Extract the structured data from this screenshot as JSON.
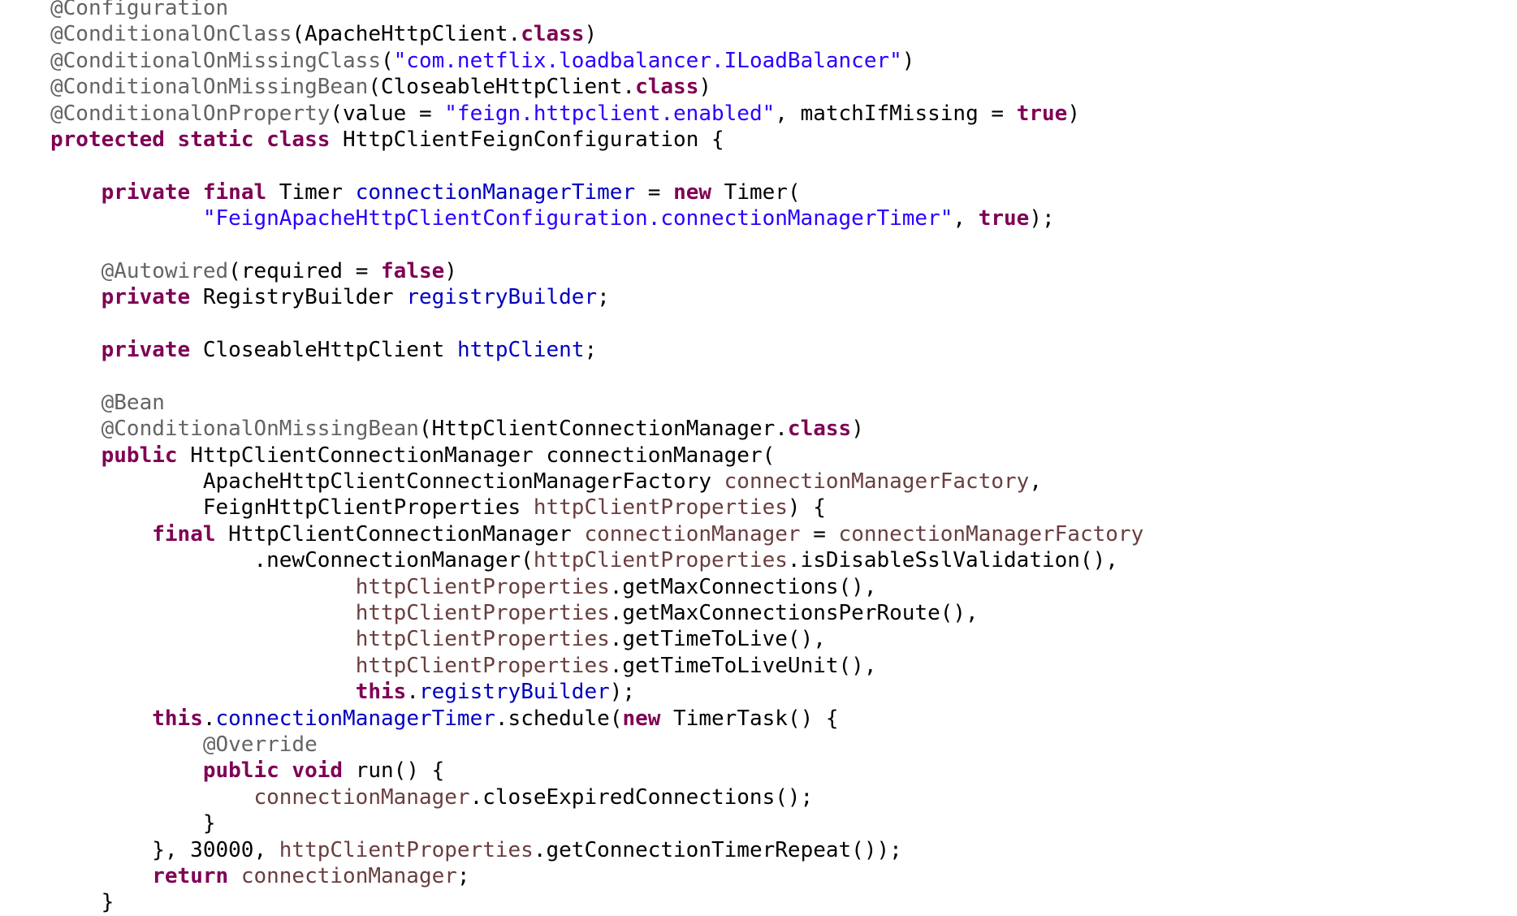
{
  "lines": [
    [
      [
        "ann",
        "@Configuration"
      ]
    ],
    [
      [
        "ann",
        "@ConditionalOnClass"
      ],
      [
        "txt",
        "(ApacheHttpClient."
      ],
      [
        "kw",
        "class"
      ],
      [
        "txt",
        ")"
      ]
    ],
    [
      [
        "ann",
        "@ConditionalOnMissingClass"
      ],
      [
        "txt",
        "("
      ],
      [
        "str",
        "\"com.netflix.loadbalancer.ILoadBalancer\""
      ],
      [
        "txt",
        ")"
      ]
    ],
    [
      [
        "ann",
        "@ConditionalOnMissingBean"
      ],
      [
        "txt",
        "(CloseableHttpClient."
      ],
      [
        "kw",
        "class"
      ],
      [
        "txt",
        ")"
      ]
    ],
    [
      [
        "ann",
        "@ConditionalOnProperty"
      ],
      [
        "txt",
        "(value = "
      ],
      [
        "str",
        "\"feign.httpclient.enabled\""
      ],
      [
        "txt",
        ", matchIfMissing = "
      ],
      [
        "kw",
        "true"
      ],
      [
        "txt",
        ")"
      ]
    ],
    [
      [
        "kw",
        "protected"
      ],
      [
        "txt",
        " "
      ],
      [
        "kw",
        "static"
      ],
      [
        "txt",
        " "
      ],
      [
        "kw",
        "class"
      ],
      [
        "txt",
        " HttpClientFeignConfiguration {"
      ]
    ],
    [],
    [
      [
        "txt",
        "    "
      ],
      [
        "kw",
        "private"
      ],
      [
        "txt",
        " "
      ],
      [
        "kw",
        "final"
      ],
      [
        "txt",
        " Timer "
      ],
      [
        "fld",
        "connectionManagerTimer"
      ],
      [
        "txt",
        " = "
      ],
      [
        "kw",
        "new"
      ],
      [
        "txt",
        " Timer("
      ]
    ],
    [
      [
        "txt",
        "            "
      ],
      [
        "str",
        "\"FeignApacheHttpClientConfiguration.connectionManagerTimer\""
      ],
      [
        "txt",
        ", "
      ],
      [
        "kw",
        "true"
      ],
      [
        "txt",
        ");"
      ]
    ],
    [],
    [
      [
        "txt",
        "    "
      ],
      [
        "ann",
        "@Autowired"
      ],
      [
        "txt",
        "(required = "
      ],
      [
        "kw",
        "false"
      ],
      [
        "txt",
        ")"
      ]
    ],
    [
      [
        "txt",
        "    "
      ],
      [
        "kw",
        "private"
      ],
      [
        "txt",
        " RegistryBuilder "
      ],
      [
        "fld",
        "registryBuilder"
      ],
      [
        "txt",
        ";"
      ]
    ],
    [],
    [
      [
        "txt",
        "    "
      ],
      [
        "kw",
        "private"
      ],
      [
        "txt",
        " CloseableHttpClient "
      ],
      [
        "fld",
        "httpClient"
      ],
      [
        "txt",
        ";"
      ]
    ],
    [],
    [
      [
        "txt",
        "    "
      ],
      [
        "ann",
        "@Bean"
      ]
    ],
    [
      [
        "txt",
        "    "
      ],
      [
        "ann",
        "@ConditionalOnMissingBean"
      ],
      [
        "txt",
        "(HttpClientConnectionManager."
      ],
      [
        "kw",
        "class"
      ],
      [
        "txt",
        ")"
      ]
    ],
    [
      [
        "txt",
        "    "
      ],
      [
        "kw",
        "public"
      ],
      [
        "txt",
        " HttpClientConnectionManager connectionManager("
      ]
    ],
    [
      [
        "txt",
        "            ApacheHttpClientConnectionManagerFactory "
      ],
      [
        "var",
        "connectionManagerFactory"
      ],
      [
        "txt",
        ","
      ]
    ],
    [
      [
        "txt",
        "            FeignHttpClientProperties "
      ],
      [
        "var",
        "httpClientProperties"
      ],
      [
        "txt",
        ") {"
      ]
    ],
    [
      [
        "txt",
        "        "
      ],
      [
        "kw",
        "final"
      ],
      [
        "txt",
        " HttpClientConnectionManager "
      ],
      [
        "var",
        "connectionManager"
      ],
      [
        "txt",
        " = "
      ],
      [
        "var",
        "connectionManagerFactory"
      ]
    ],
    [
      [
        "txt",
        "                .newConnectionManager("
      ],
      [
        "var",
        "httpClientProperties"
      ],
      [
        "txt",
        ".isDisableSslValidation(),"
      ]
    ],
    [
      [
        "txt",
        "                        "
      ],
      [
        "var",
        "httpClientProperties"
      ],
      [
        "txt",
        ".getMaxConnections(),"
      ]
    ],
    [
      [
        "txt",
        "                        "
      ],
      [
        "var",
        "httpClientProperties"
      ],
      [
        "txt",
        ".getMaxConnectionsPerRoute(),"
      ]
    ],
    [
      [
        "txt",
        "                        "
      ],
      [
        "var",
        "httpClientProperties"
      ],
      [
        "txt",
        ".getTimeToLive(),"
      ]
    ],
    [
      [
        "txt",
        "                        "
      ],
      [
        "var",
        "httpClientProperties"
      ],
      [
        "txt",
        ".getTimeToLiveUnit(),"
      ]
    ],
    [
      [
        "txt",
        "                        "
      ],
      [
        "kw",
        "this"
      ],
      [
        "txt",
        "."
      ],
      [
        "fld",
        "registryBuilder"
      ],
      [
        "txt",
        ");"
      ]
    ],
    [
      [
        "txt",
        "        "
      ],
      [
        "kw",
        "this"
      ],
      [
        "txt",
        "."
      ],
      [
        "fld",
        "connectionManagerTimer"
      ],
      [
        "txt",
        ".schedule("
      ],
      [
        "kw",
        "new"
      ],
      [
        "txt",
        " TimerTask() {"
      ]
    ],
    [
      [
        "txt",
        "            "
      ],
      [
        "ann",
        "@Override"
      ]
    ],
    [
      [
        "txt",
        "            "
      ],
      [
        "kw",
        "public"
      ],
      [
        "txt",
        " "
      ],
      [
        "kw",
        "void"
      ],
      [
        "txt",
        " run() {"
      ]
    ],
    [
      [
        "txt",
        "                "
      ],
      [
        "var",
        "connectionManager"
      ],
      [
        "txt",
        ".closeExpiredConnections();"
      ]
    ],
    [
      [
        "txt",
        "            }"
      ]
    ],
    [
      [
        "txt",
        "        }, 30000, "
      ],
      [
        "var",
        "httpClientProperties"
      ],
      [
        "txt",
        ".getConnectionTimerRepeat());"
      ]
    ],
    [
      [
        "txt",
        "        "
      ],
      [
        "kw",
        "return"
      ],
      [
        "txt",
        " "
      ],
      [
        "var",
        "connectionManager"
      ],
      [
        "txt",
        ";"
      ]
    ],
    [
      [
        "txt",
        "    }"
      ]
    ]
  ]
}
